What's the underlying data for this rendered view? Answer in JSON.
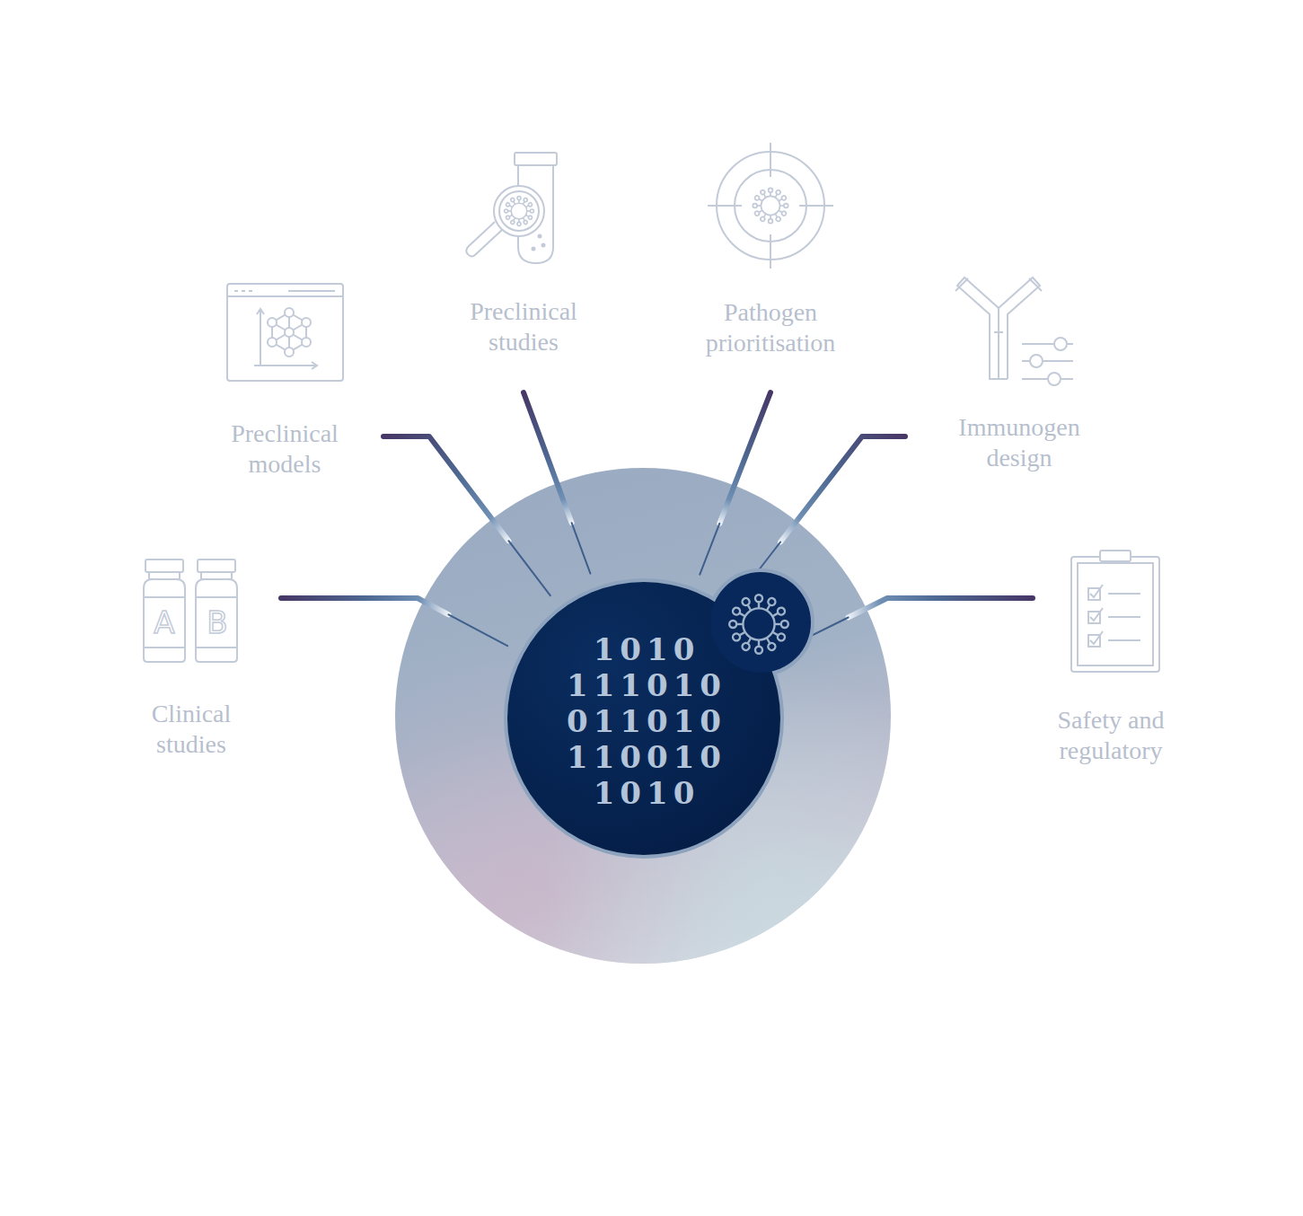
{
  "diagram": {
    "nodes": [
      {
        "text": [
          "1010 111010 011010 110010 1010"
        ]
      },
      {
        "text": [
          "Clinical studies"
        ]
      },
      {
        "text": [
          "Preclinical models"
        ]
      },
      {
        "text": [
          "Preclinical studies"
        ]
      },
      {
        "text": [
          "Pathogen prioritisation"
        ]
      },
      {
        "text": [
          "Immunogen design"
        ]
      },
      {
        "text": [
          "Safety and regulatory"
        ]
      }
    ],
    "edges": [
      {
        "from": 1,
        "to": 0,
        "arrow": "none"
      },
      {
        "from": 2,
        "to": 0,
        "arrow": "none"
      },
      {
        "from": 3,
        "to": 0,
        "arrow": "none"
      },
      {
        "from": 4,
        "to": 0,
        "arrow": "none"
      },
      {
        "from": 5,
        "to": 0,
        "arrow": "none"
      },
      {
        "from": 6,
        "to": 0,
        "arrow": "none"
      }
    ],
    "labels": [
      "A",
      "B"
    ]
  }
}
